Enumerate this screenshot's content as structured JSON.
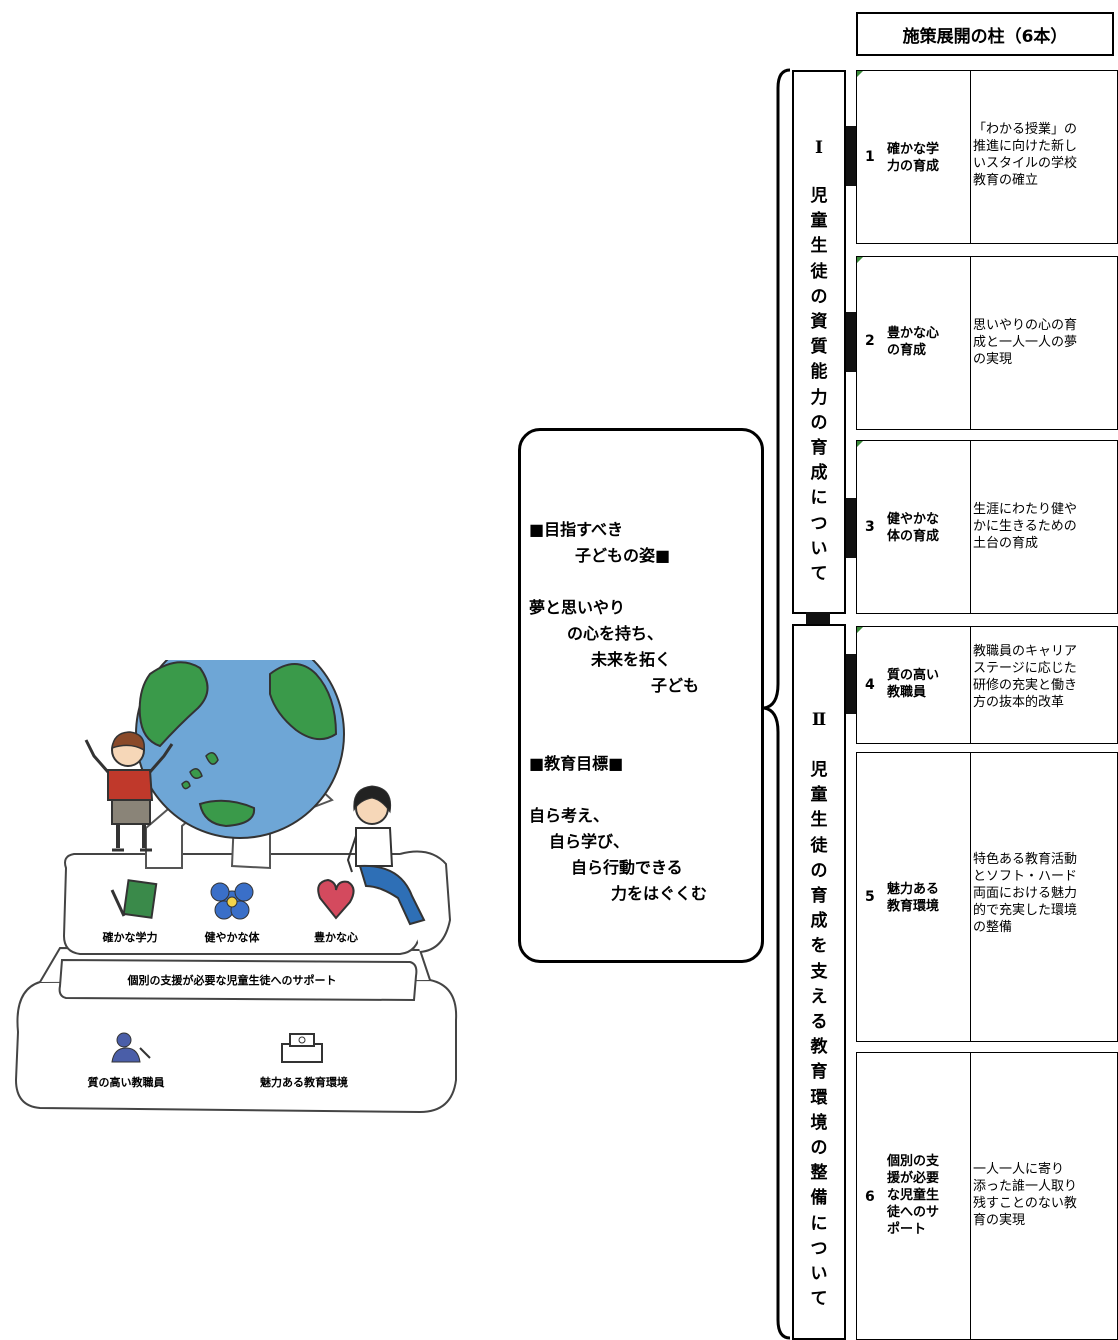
{
  "header": {
    "title": "施策展開の柱（6本）"
  },
  "pillars": [
    {
      "roman": "Ⅰ",
      "text": [
        "児",
        "童",
        "生",
        "徒",
        "の",
        "資",
        "質",
        "能",
        "力",
        "の",
        "育",
        "成",
        "に",
        "つ",
        "い",
        "て"
      ]
    },
    {
      "roman": "Ⅱ",
      "text": [
        "児",
        "童",
        "生",
        "徒",
        "の",
        "育",
        "成",
        "を",
        "支",
        "え",
        "る",
        "教",
        "育",
        "環",
        "境",
        "の",
        "整",
        "備",
        "に",
        "つ",
        "い",
        "て"
      ]
    }
  ],
  "rows": [
    {
      "num": "1",
      "tag": [
        "確かな学",
        "力の育成"
      ],
      "desc": [
        "「わかる授業」の",
        "推進に向けた新し",
        "いスタイルの学校",
        "教育の確立"
      ]
    },
    {
      "num": "2",
      "tag": [
        "豊かな心",
        "の育成"
      ],
      "desc": [
        "思いやりの心の育",
        "成と一人一人の夢",
        "の実現"
      ]
    },
    {
      "num": "3",
      "tag": [
        "健やかな",
        "体の育成"
      ],
      "desc": [
        "生涯にわたり健や",
        "かに生きるための",
        "土台の育成"
      ]
    },
    {
      "num": "4",
      "tag": [
        "質の高い",
        "教職員"
      ],
      "desc": [
        "教職員のキャリア",
        "ステージに応じた",
        "研修の充実と働き",
        "方の抜本的改革"
      ]
    },
    {
      "num": "5",
      "tag": [
        "魅力ある",
        "教育環境"
      ],
      "desc": [
        "特色ある教育活動",
        "とソフト・ハード",
        "両面における魅力",
        "的で充実した環境",
        "の整備"
      ]
    },
    {
      "num": "6",
      "tag": [
        "個別の支",
        "援が必要",
        "な児童生",
        "徒へのサ",
        "ポート"
      ],
      "desc": [
        "一人一人に寄り",
        "添った誰一人取り",
        "残すことのない教",
        "育の実現"
      ]
    }
  ],
  "goals": {
    "lines": [
      "■目指すべき",
      "子どもの姿■",
      "夢と思いやり",
      "の心を持ち、",
      "未来を拓く",
      "子ども",
      "■教育目標■",
      "自ら考え、",
      "自ら学び、",
      "自ら行動できる",
      "力をはぐくむ"
    ]
  },
  "illustration": {
    "tier_top": [
      "確かな学力",
      "健やかな体",
      "豊かな心"
    ],
    "tier_mid": "個別の支援が必要な児童生徒へのサポート",
    "tier_bottom": [
      "質の高い教職員",
      "魅力ある教育環境"
    ]
  },
  "colors": {
    "ocean": "#6ea6d6",
    "land": "#3a9a4a",
    "stroke": "#333333",
    "heart": "#d44a5e",
    "flower": "#3a6fc8",
    "book": "#3a8a4a"
  }
}
